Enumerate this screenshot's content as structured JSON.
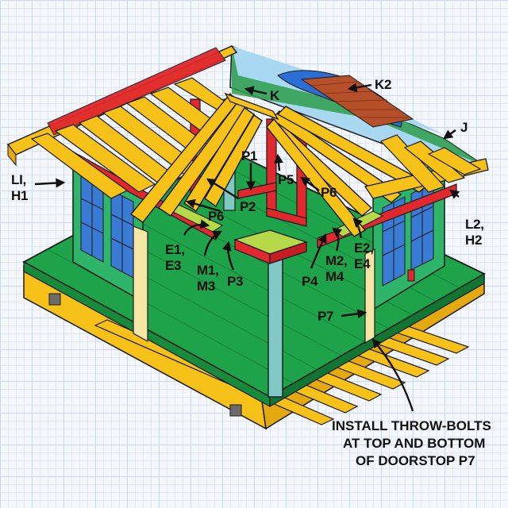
{
  "colors": {
    "lumber": "#f6c21a",
    "lumber_dark": "#c98a00",
    "floor": "#1fa34a",
    "red_trim": "#e0282e",
    "post": "#7fc8c4",
    "lime": "#b6d94a",
    "roof_sky": "#a9d8f2",
    "shingle": "#b5502a",
    "outline": "#1a1a1a"
  },
  "labels": {
    "l1h1": [
      "LI,",
      "H1"
    ],
    "l2h2": [
      "L2,",
      "H2"
    ],
    "k": "K",
    "k2": "K2",
    "j": "J",
    "p1": "P1",
    "p2": "P2",
    "p3": "P3",
    "p4": "P4",
    "p5": "P5",
    "p6_left": "P6",
    "p6_right": "P6",
    "p7": "P7",
    "e1e3": [
      "E1,",
      "E3"
    ],
    "m1m3": [
      "M1,",
      "M3"
    ],
    "m2m4": [
      "M2,",
      "M4"
    ],
    "e2e4": [
      "E2,",
      "E4"
    ]
  },
  "note": {
    "lines": [
      "INSTALL THROW-BOLTS",
      "AT TOP AND BOTTOM",
      "OF DOORSTOP P7"
    ]
  }
}
